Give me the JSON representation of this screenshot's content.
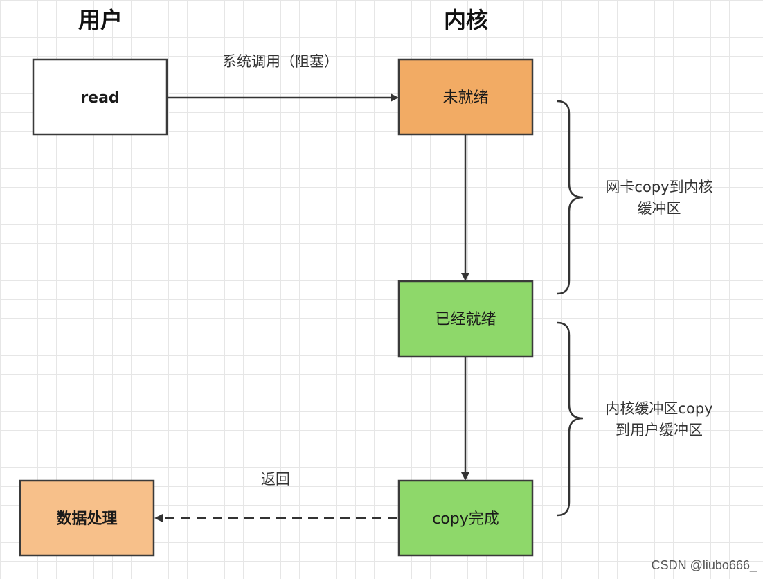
{
  "columns": {
    "user": "用户",
    "kernel": "内核"
  },
  "nodes": {
    "read": "read",
    "not_ready": "未就绪",
    "ready": "已经就绪",
    "copy_done": "copy完成",
    "data_process": "数据处理"
  },
  "edges": {
    "syscall": "系统调用（阻塞）",
    "return": "返回"
  },
  "braces": {
    "nic_copy_line1": "网卡copy到内核",
    "nic_copy_line2": "缓冲区",
    "kernel_copy_line1": "内核缓冲区copy",
    "kernel_copy_line2": "到用户缓冲区"
  },
  "watermark": "CSDN @liubo666_",
  "colors": {
    "orange_dark": "#f2ab64",
    "orange_light": "#f7c08a",
    "green": "#8ed86a",
    "white": "#ffffff",
    "border": "#3a3a3a"
  }
}
